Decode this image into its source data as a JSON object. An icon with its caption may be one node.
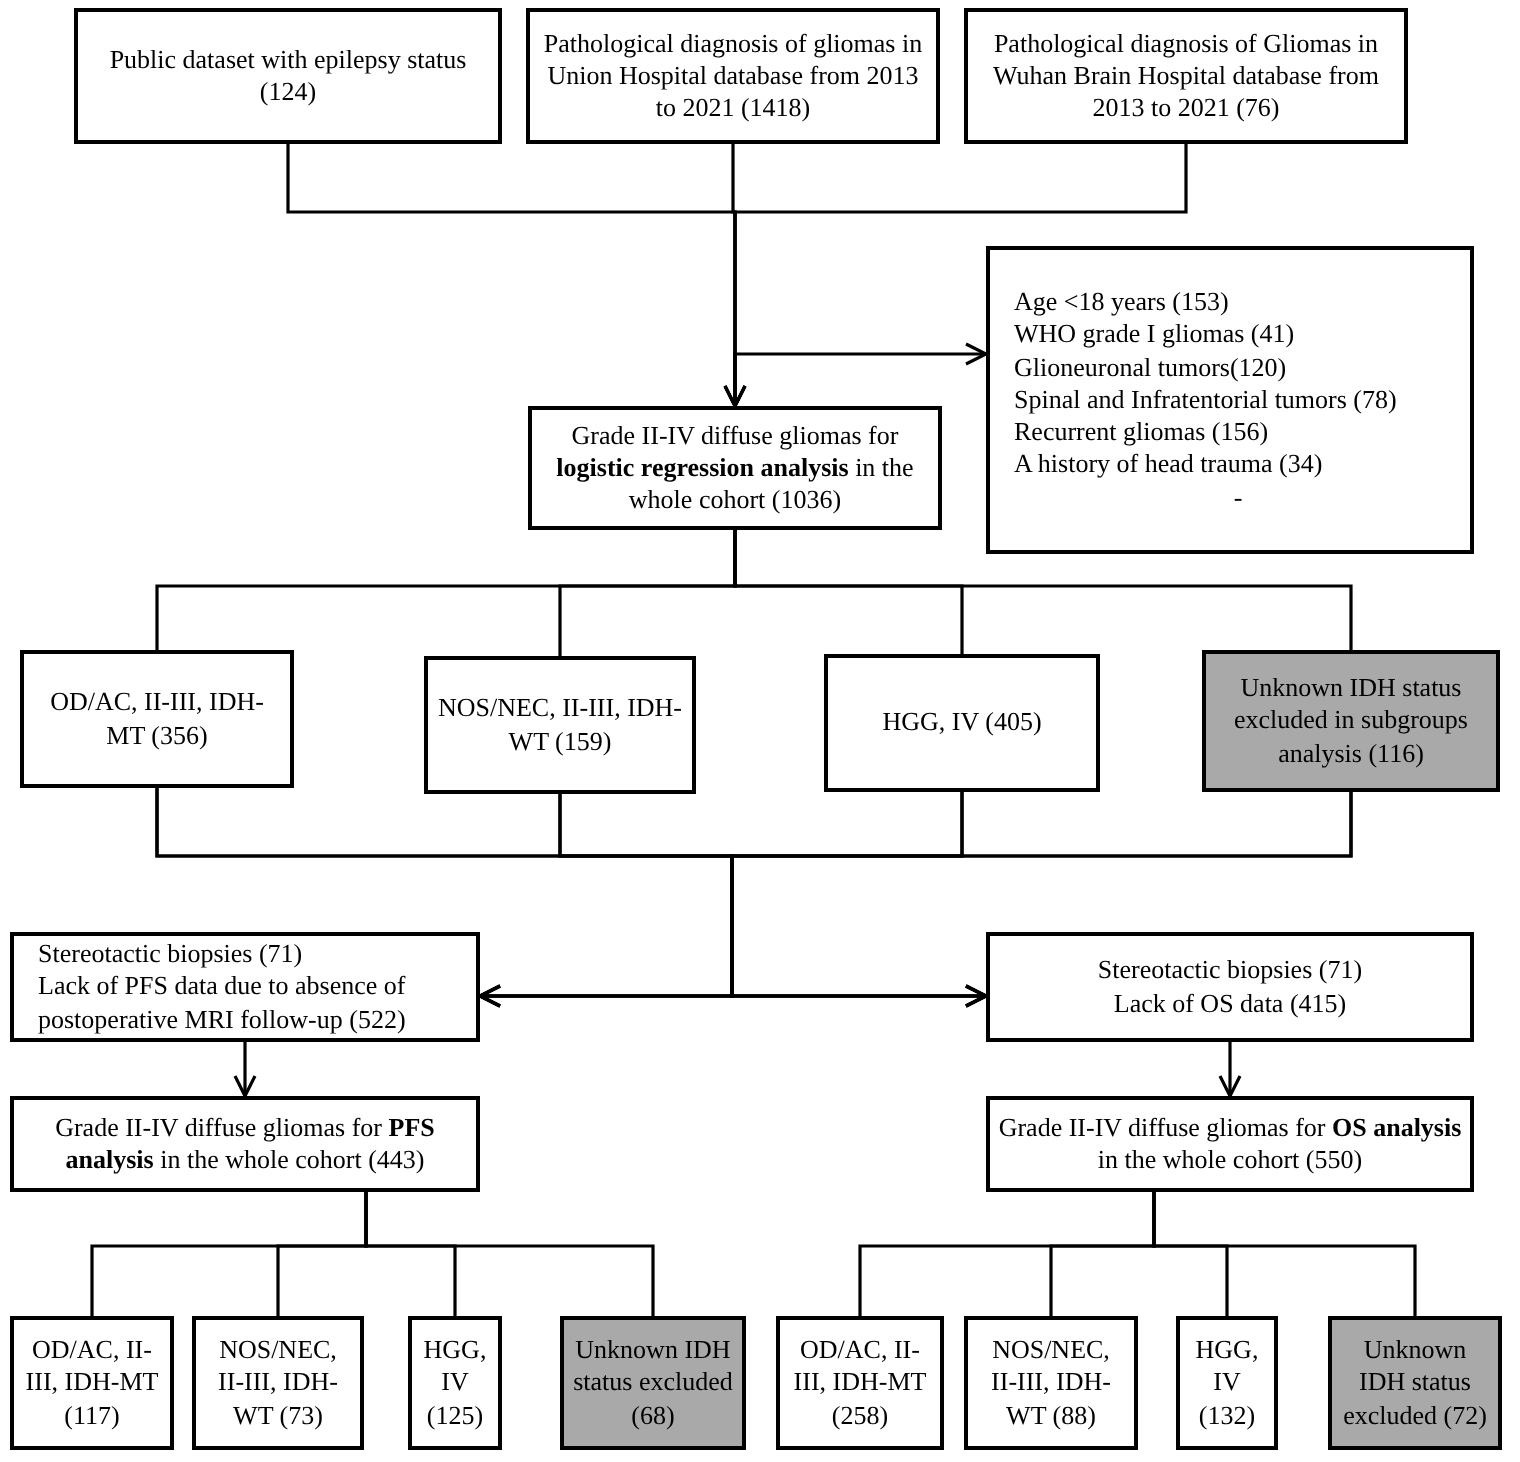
{
  "diagram": {
    "nodes": [
      {
        "text": [
          "Public dataset with epilepsy status (124)"
        ]
      },
      {
        "text": [
          "Pathological diagnosis of gliomas in Union Hospital database from 2013 to 2021 (1418)"
        ]
      },
      {
        "text": [
          "Pathological diagnosis of Gliomas in Wuhan Brain Hospital database from 2013 to 2021 (76)"
        ]
      },
      {
        "text": [
          "Grade II-IV diffuse gliomas for **logistic regression analysis** in the whole cohort (1036)"
        ]
      },
      {
        "text": [
          "Age <18 years (153)",
          "WHO grade I gliomas (41)",
          "Glioneuronal tumors(120)",
          "Spinal and Infratentorial tumors (78)",
          "Recurrent gliomas (156)",
          "A history of head trauma (34)",
          "-"
        ]
      },
      {
        "text": [
          "OD/AC, II-III, IDH-MT (356)"
        ]
      },
      {
        "text": [
          "NOS/NEC, II-III, IDH-WT (159)"
        ]
      },
      {
        "text": [
          "HGG, IV (405)"
        ]
      },
      {
        "text": [
          "Unknown IDH status excluded in subgroups analysis (116)"
        ]
      },
      {
        "text": [
          "Stereotactic biopsies (71)",
          "Lack of PFS data due to absence of postoperative MRI follow-up (522)"
        ]
      },
      {
        "text": [
          "Stereotactic biopsies (71)",
          "Lack of OS data (415)"
        ]
      },
      {
        "text": [
          "Grade II-IV diffuse gliomas for **PFS analysis** in the whole cohort (443)"
        ]
      },
      {
        "text": [
          "Grade II-IV diffuse gliomas for **OS analysis** in the whole cohort (550)"
        ]
      },
      {
        "text": [
          "OD/AC, II-III, IDH-MT (117)"
        ]
      },
      {
        "text": [
          "NOS/NEC, II-III, IDH-WT (73)"
        ]
      },
      {
        "text": [
          "HGG, IV (125)"
        ]
      },
      {
        "text": [
          "Unknown IDH status excluded (68)"
        ]
      },
      {
        "text": [
          "OD/AC, II-III, IDH-MT (258)"
        ]
      },
      {
        "text": [
          "NOS/NEC, II-III, IDH-WT (88)"
        ]
      },
      {
        "text": [
          "HGG, IV (132)"
        ]
      },
      {
        "text": [
          "Unknown IDH status excluded (72)"
        ]
      }
    ],
    "edges": [
      {
        "from": 0,
        "to": 3,
        "arrow": "to"
      },
      {
        "from": 1,
        "to": 3,
        "arrow": "to"
      },
      {
        "from": 2,
        "to": 3,
        "arrow": "to"
      },
      {
        "from": 3,
        "to": 4,
        "arrow": "to"
      },
      {
        "from": 3,
        "to": 5,
        "arrow": "none"
      },
      {
        "from": 3,
        "to": 6,
        "arrow": "none"
      },
      {
        "from": 3,
        "to": 7,
        "arrow": "none"
      },
      {
        "from": 3,
        "to": 8,
        "arrow": "none"
      },
      {
        "from": 5,
        "to": 9,
        "arrow": "to"
      },
      {
        "from": 6,
        "to": 9,
        "arrow": "to"
      },
      {
        "from": 7,
        "to": 9,
        "arrow": "to"
      },
      {
        "from": 8,
        "to": 9,
        "arrow": "to"
      },
      {
        "from": 5,
        "to": 10,
        "arrow": "to"
      },
      {
        "from": 6,
        "to": 10,
        "arrow": "to"
      },
      {
        "from": 7,
        "to": 10,
        "arrow": "to"
      },
      {
        "from": 8,
        "to": 10,
        "arrow": "to"
      },
      {
        "from": 9,
        "to": 11,
        "arrow": "to"
      },
      {
        "from": 10,
        "to": 12,
        "arrow": "to"
      },
      {
        "from": 11,
        "to": 13,
        "arrow": "none"
      },
      {
        "from": 11,
        "to": 14,
        "arrow": "none"
      },
      {
        "from": 11,
        "to": 15,
        "arrow": "none"
      },
      {
        "from": 11,
        "to": 16,
        "arrow": "none"
      },
      {
        "from": 12,
        "to": 17,
        "arrow": "none"
      },
      {
        "from": 12,
        "to": 18,
        "arrow": "none"
      },
      {
        "from": 12,
        "to": 19,
        "arrow": "none"
      },
      {
        "from": 12,
        "to": 20,
        "arrow": "none"
      }
    ]
  }
}
